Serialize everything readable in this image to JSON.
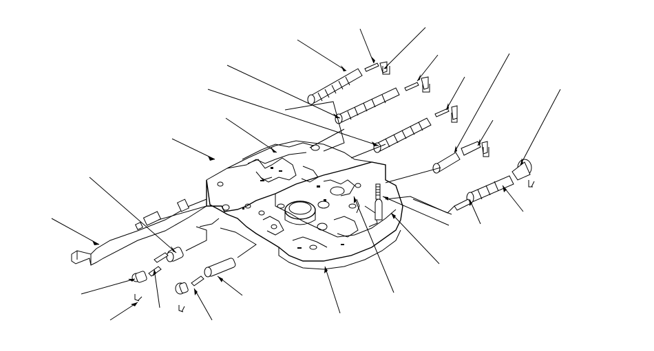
{
  "figure": {
    "type": "exploded-parts-diagram",
    "subject": "valve-body",
    "background_color": "#ffffff",
    "line_color": "#000000",
    "callout_leader_count": 24,
    "printed_text": []
  }
}
